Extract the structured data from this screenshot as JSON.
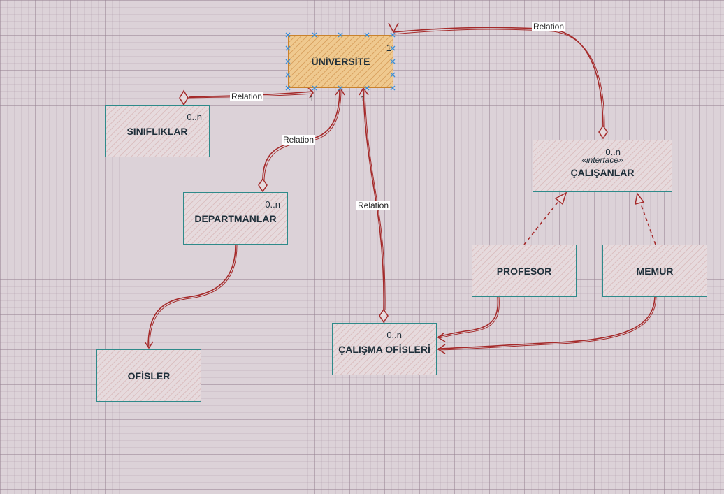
{
  "diagram": {
    "nodes": {
      "universite": {
        "title": "ÜNİVERSİTE",
        "multiplicity": "1"
      },
      "siniflilar": {
        "title": "SINIFLIKLAR",
        "multiplicity": "0..n"
      },
      "departmanlar": {
        "title": "DEPARTMANLAR",
        "multiplicity": "0..n"
      },
      "ofisler": {
        "title": "OFİSLER"
      },
      "calisma_ofisleri": {
        "title": "ÇALIŞMA OFİSLERİ",
        "multiplicity": "0..n"
      },
      "calisanlar": {
        "title": "ÇALIŞANLAR",
        "stereotype": "«interface»",
        "multiplicity": "0..n"
      },
      "profesor": {
        "title": "PROFESOR"
      },
      "memur": {
        "title": "MEMUR"
      }
    },
    "edges": {
      "siniflilar_universite": {
        "label": "Relation",
        "end_multiplicity": "1"
      },
      "departmanlar_universite": {
        "label": "Relation"
      },
      "calisma_universite": {
        "label": "Relation",
        "end_multiplicity": "1"
      },
      "universite_calisanlar": {
        "label": "Relation"
      }
    },
    "colors": {
      "grid_background": "#dcd2d8",
      "node_border": "#2e8a8a",
      "selected_fill": "#efc98f",
      "edge_color": "#a52a2a",
      "selection_handle": "#3b8fd9"
    }
  }
}
